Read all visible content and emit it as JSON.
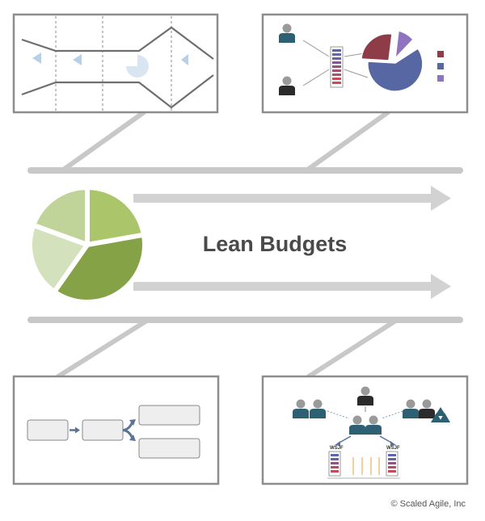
{
  "title": "Lean Budgets",
  "copyright": "© Scaled Agile, Inc",
  "wsjf_label_left": "WSJF",
  "wsjf_label_right": "WSJF",
  "colors": {
    "rail": "#c8c8c8",
    "panel_border": "#8d8d8d",
    "pie_green_dark": "#86a247",
    "pie_green_mid": "#abc56b",
    "pie_green_light": "#c0d49a",
    "pie_green_pale": "#d4e1bd",
    "pie_blue": "#5667a3",
    "pie_red": "#8e3d48",
    "pie_purple": "#8e74be",
    "person_teal": "#2d6073",
    "person_dark": "#2b2b2b",
    "person_grey": "#9a9a9a"
  },
  "icons": [
    "pie-chart-icon",
    "person-icon",
    "backlog-stack-icon",
    "flow-arrow-icon",
    "triangle-icon"
  ]
}
